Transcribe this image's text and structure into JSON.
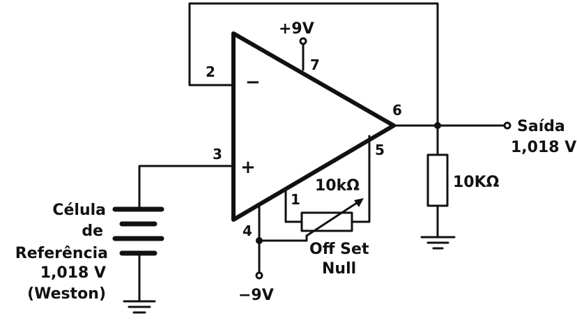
{
  "title": "Op-amp voltage follower with Weston reference cell",
  "supply": {
    "positive": "+9V",
    "negative": "−9V"
  },
  "pins": {
    "inverting": "2",
    "noninverting": "3",
    "vplus": "7",
    "vminus": "4",
    "output": "6",
    "offset_a": "1",
    "offset_b": "5"
  },
  "signs": {
    "minus": "−",
    "plus": "+"
  },
  "reference_cell": {
    "line1": "Célula",
    "line2": "de",
    "line3": "Referência",
    "line4": "1,018 V",
    "line5": "(Weston)"
  },
  "output": {
    "label": "Saída",
    "value": "1,018 V"
  },
  "load_resistor": "10KΩ",
  "offset_pot": {
    "value": "10kΩ",
    "label1": "Off Set",
    "label2": "Null"
  },
  "colors": {
    "ink": "#111111",
    "paper": "#ffffff"
  }
}
